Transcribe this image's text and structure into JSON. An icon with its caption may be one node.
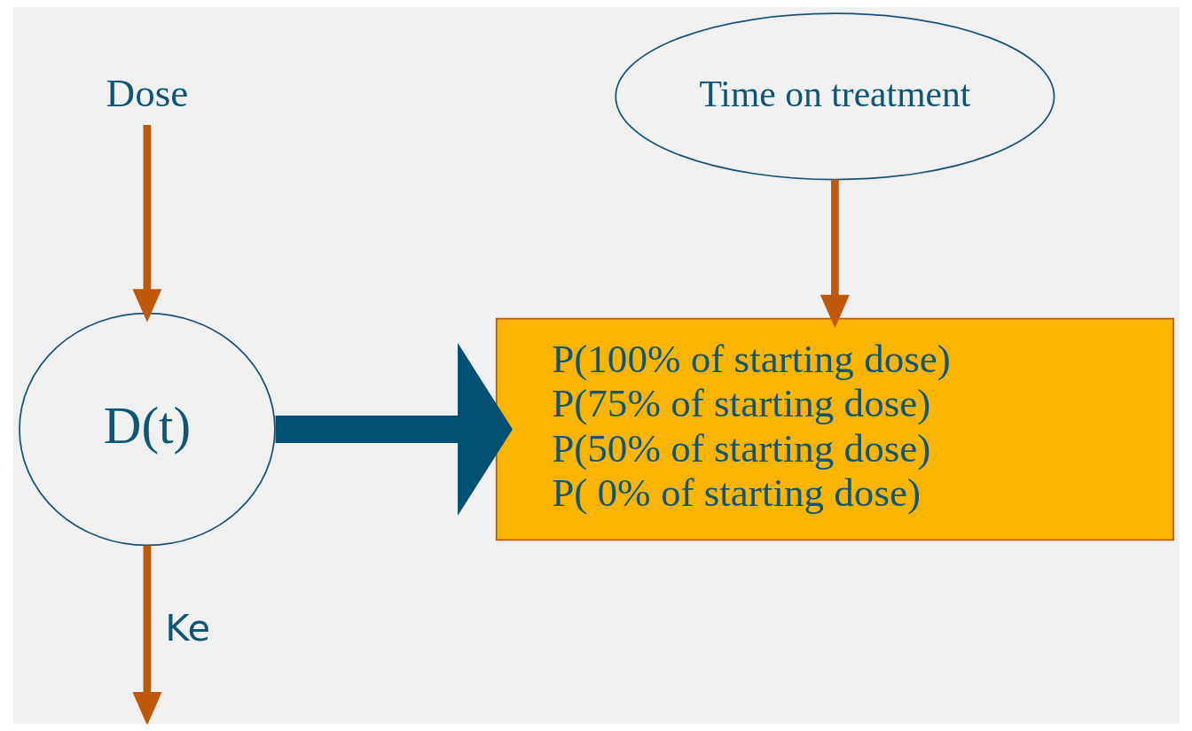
{
  "diagram": {
    "nodes": [
      {
        "text": [
          "Dose"
        ]
      },
      {
        "text": [
          "D(t)"
        ]
      },
      {
        "text": [
          "Time on treatment"
        ]
      },
      {
        "text": [
          "P(100% of starting dose)",
          "P(75% of starting dose)",
          "P(50% of starting dose)",
          "P( 0% of starting dose)"
        ]
      }
    ],
    "edges": [
      {
        "from": 0,
        "to": 1,
        "arrow": "to"
      },
      {
        "from": 1,
        "to": null,
        "arrow": "to",
        "label": "Ke"
      },
      {
        "from": 1,
        "to": 3,
        "arrow": "to",
        "style": "thick",
        "color": "#005073"
      },
      {
        "from": 2,
        "to": 3,
        "arrow": "to"
      }
    ]
  }
}
